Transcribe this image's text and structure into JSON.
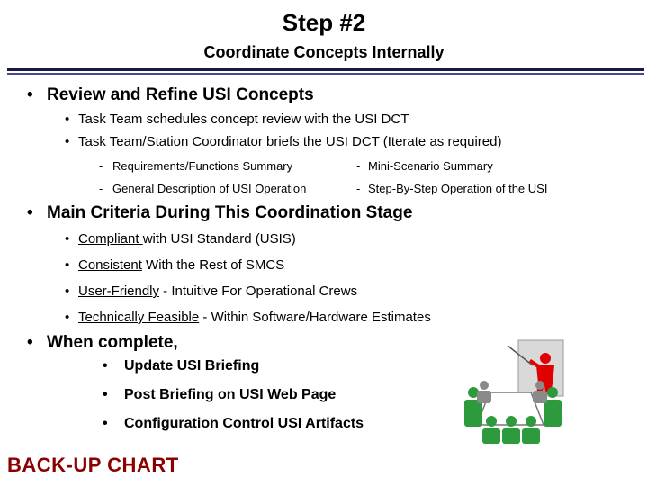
{
  "header": {
    "title": "Step #2",
    "subtitle": "Coordinate Concepts Internally"
  },
  "section1": {
    "bullet": "•",
    "heading": "Review and Refine USI Concepts",
    "items": [
      "Task Team schedules concept review with the USI DCT",
      "Task Team/Station Coordinator briefs the USI DCT (Iterate as required)"
    ],
    "docs": [
      "Requirements/Functions Summary",
      "Mini-Scenario Summary",
      "General Description of USI Operation",
      "Step-By-Step Operation of the USI"
    ]
  },
  "section2": {
    "heading": "Main Criteria During This Coordination Stage",
    "criteria": [
      {
        "term": "Compliant ",
        "rest": "with USI Standard (USIS)"
      },
      {
        "term": "Consistent",
        "rest": " With the Rest of SMCS"
      },
      {
        "term": "User-Friendly",
        "rest": " - Intuitive For Operational Crews"
      },
      {
        "term": "Technically Feasible",
        "rest": " - Within Software/Hardware Estimates"
      }
    ]
  },
  "section3": {
    "heading": "When complete,",
    "items": [
      "Update USI Briefing",
      "Post Briefing on USI Web Page",
      "Configuration Control USI Artifacts"
    ]
  },
  "footer": {
    "label": "BACK-UP CHART"
  },
  "colors": {
    "presenter": "#e00000",
    "audience": "#2e9a3e",
    "backup_label": "#8b0000"
  },
  "icons": {
    "illustration": "meeting-presentation-illustration"
  }
}
